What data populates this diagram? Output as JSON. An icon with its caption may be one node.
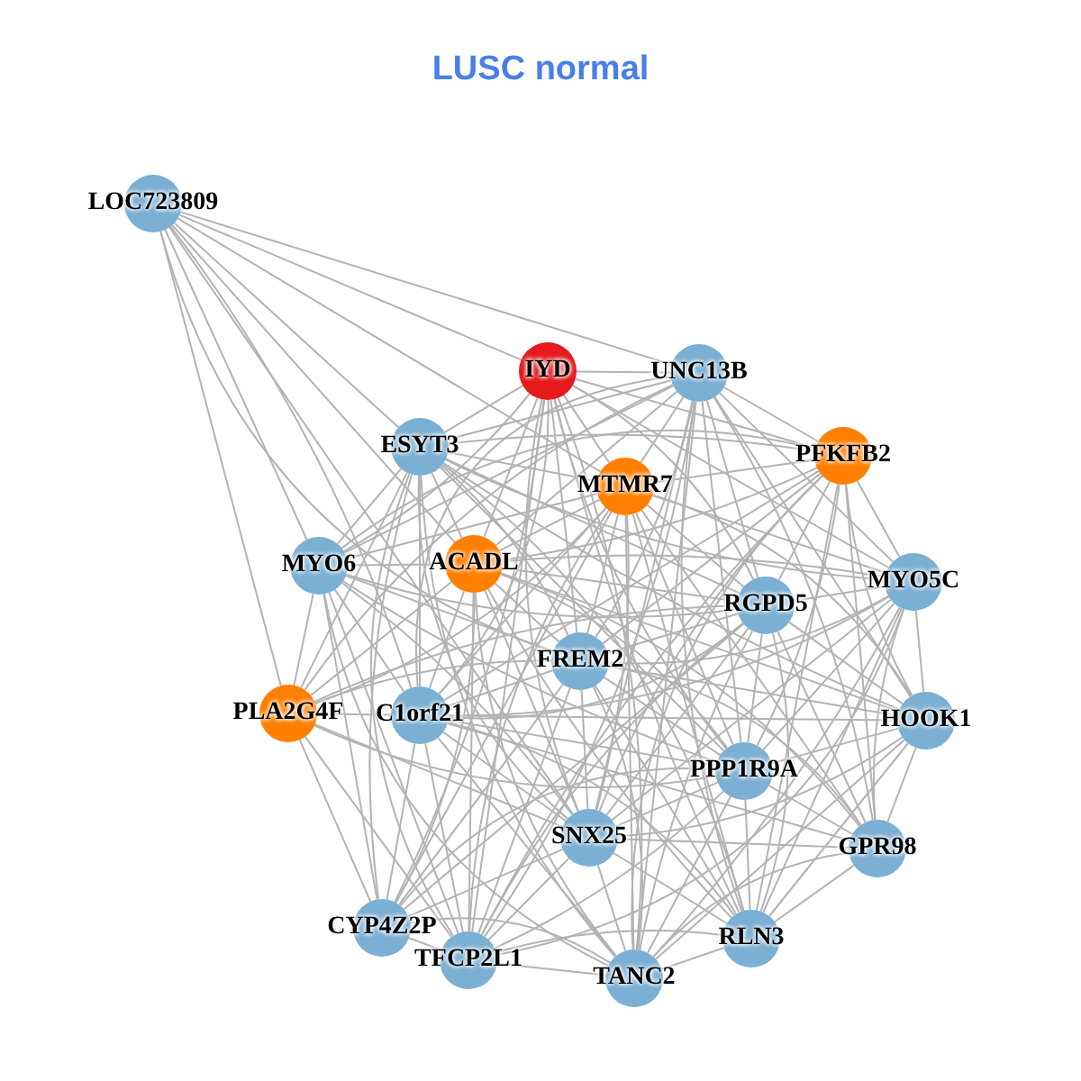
{
  "diagram": {
    "title": "LUSC normal",
    "nodes": [
      {
        "text": [
          "LOC723809"
        ]
      },
      {
        "text": [
          "IYD"
        ]
      },
      {
        "text": [
          "UNC13B"
        ]
      },
      {
        "text": [
          "ESYT3"
        ]
      },
      {
        "text": [
          "PFKFB2"
        ]
      },
      {
        "text": [
          "MTMR7"
        ]
      },
      {
        "text": [
          "MYO6"
        ]
      },
      {
        "text": [
          "ACADL"
        ]
      },
      {
        "text": [
          "MYO5C"
        ]
      },
      {
        "text": [
          "RGPD5"
        ]
      },
      {
        "text": [
          "FREM2"
        ]
      },
      {
        "text": [
          "PLA2G4F"
        ]
      },
      {
        "text": [
          "C1orf21"
        ]
      },
      {
        "text": [
          "HOOK1"
        ]
      },
      {
        "text": [
          "PPP1R9A"
        ]
      },
      {
        "text": [
          "SNX25"
        ]
      },
      {
        "text": [
          "GPR98"
        ]
      },
      {
        "text": [
          "CYP4Z2P"
        ]
      },
      {
        "text": [
          "TFCP2L1"
        ]
      },
      {
        "text": [
          "RLN3"
        ]
      },
      {
        "text": [
          "TANC2"
        ]
      }
    ],
    "edges": [
      {
        "from": 0,
        "to": 1,
        "arrow": "none"
      },
      {
        "from": 0,
        "to": 2,
        "arrow": "none"
      },
      {
        "from": 0,
        "to": 3,
        "arrow": "none"
      },
      {
        "from": 0,
        "to": 5,
        "arrow": "none"
      },
      {
        "from": 0,
        "to": 6,
        "arrow": "none"
      },
      {
        "from": 0,
        "to": 7,
        "arrow": "none"
      },
      {
        "from": 0,
        "to": 10,
        "arrow": "none"
      },
      {
        "from": 0,
        "to": 11,
        "arrow": "none"
      },
      {
        "from": 0,
        "to": 12,
        "arrow": "none"
      },
      {
        "from": 0,
        "to": 15,
        "arrow": "none"
      },
      {
        "from": 1,
        "to": 2,
        "arrow": "none"
      },
      {
        "from": 1,
        "to": 3,
        "arrow": "none"
      },
      {
        "from": 1,
        "to": 4,
        "arrow": "none"
      },
      {
        "from": 1,
        "to": 5,
        "arrow": "none"
      },
      {
        "from": 1,
        "to": 6,
        "arrow": "none"
      },
      {
        "from": 1,
        "to": 7,
        "arrow": "none"
      },
      {
        "from": 1,
        "to": 8,
        "arrow": "none"
      },
      {
        "from": 1,
        "to": 9,
        "arrow": "none"
      },
      {
        "from": 1,
        "to": 10,
        "arrow": "none"
      },
      {
        "from": 1,
        "to": 12,
        "arrow": "none"
      },
      {
        "from": 1,
        "to": 14,
        "arrow": "none"
      },
      {
        "from": 1,
        "to": 15,
        "arrow": "none"
      },
      {
        "from": 1,
        "to": 17,
        "arrow": "none"
      },
      {
        "from": 1,
        "to": 18,
        "arrow": "none"
      },
      {
        "from": 1,
        "to": 19,
        "arrow": "none"
      },
      {
        "from": 1,
        "to": 20,
        "arrow": "none"
      },
      {
        "from": 2,
        "to": 3,
        "arrow": "none"
      },
      {
        "from": 2,
        "to": 4,
        "arrow": "none"
      },
      {
        "from": 2,
        "to": 5,
        "arrow": "none"
      },
      {
        "from": 2,
        "to": 6,
        "arrow": "none"
      },
      {
        "from": 2,
        "to": 7,
        "arrow": "none"
      },
      {
        "from": 2,
        "to": 8,
        "arrow": "none"
      },
      {
        "from": 2,
        "to": 9,
        "arrow": "none"
      },
      {
        "from": 2,
        "to": 10,
        "arrow": "none"
      },
      {
        "from": 2,
        "to": 11,
        "arrow": "none"
      },
      {
        "from": 2,
        "to": 12,
        "arrow": "none"
      },
      {
        "from": 2,
        "to": 13,
        "arrow": "none"
      },
      {
        "from": 2,
        "to": 14,
        "arrow": "none"
      },
      {
        "from": 2,
        "to": 15,
        "arrow": "none"
      },
      {
        "from": 2,
        "to": 16,
        "arrow": "none"
      },
      {
        "from": 2,
        "to": 18,
        "arrow": "none"
      },
      {
        "from": 2,
        "to": 19,
        "arrow": "none"
      },
      {
        "from": 2,
        "to": 20,
        "arrow": "none"
      },
      {
        "from": 3,
        "to": 4,
        "arrow": "none"
      },
      {
        "from": 3,
        "to": 5,
        "arrow": "none"
      },
      {
        "from": 3,
        "to": 6,
        "arrow": "none"
      },
      {
        "from": 3,
        "to": 7,
        "arrow": "none"
      },
      {
        "from": 3,
        "to": 8,
        "arrow": "none"
      },
      {
        "from": 3,
        "to": 9,
        "arrow": "none"
      },
      {
        "from": 3,
        "to": 10,
        "arrow": "none"
      },
      {
        "from": 3,
        "to": 11,
        "arrow": "none"
      },
      {
        "from": 3,
        "to": 12,
        "arrow": "none"
      },
      {
        "from": 3,
        "to": 13,
        "arrow": "none"
      },
      {
        "from": 3,
        "to": 14,
        "arrow": "none"
      },
      {
        "from": 3,
        "to": 15,
        "arrow": "none"
      },
      {
        "from": 3,
        "to": 17,
        "arrow": "none"
      },
      {
        "from": 3,
        "to": 18,
        "arrow": "none"
      },
      {
        "from": 3,
        "to": 19,
        "arrow": "none"
      },
      {
        "from": 3,
        "to": 20,
        "arrow": "none"
      },
      {
        "from": 4,
        "to": 5,
        "arrow": "none"
      },
      {
        "from": 4,
        "to": 6,
        "arrow": "none"
      },
      {
        "from": 4,
        "to": 7,
        "arrow": "none"
      },
      {
        "from": 4,
        "to": 8,
        "arrow": "none"
      },
      {
        "from": 4,
        "to": 9,
        "arrow": "none"
      },
      {
        "from": 4,
        "to": 10,
        "arrow": "none"
      },
      {
        "from": 4,
        "to": 12,
        "arrow": "none"
      },
      {
        "from": 4,
        "to": 13,
        "arrow": "none"
      },
      {
        "from": 4,
        "to": 14,
        "arrow": "none"
      },
      {
        "from": 4,
        "to": 15,
        "arrow": "none"
      },
      {
        "from": 4,
        "to": 16,
        "arrow": "none"
      },
      {
        "from": 4,
        "to": 18,
        "arrow": "none"
      },
      {
        "from": 4,
        "to": 19,
        "arrow": "none"
      },
      {
        "from": 4,
        "to": 20,
        "arrow": "none"
      },
      {
        "from": 5,
        "to": 6,
        "arrow": "none"
      },
      {
        "from": 5,
        "to": 7,
        "arrow": "none"
      },
      {
        "from": 5,
        "to": 8,
        "arrow": "none"
      },
      {
        "from": 5,
        "to": 9,
        "arrow": "none"
      },
      {
        "from": 5,
        "to": 10,
        "arrow": "none"
      },
      {
        "from": 5,
        "to": 11,
        "arrow": "none"
      },
      {
        "from": 5,
        "to": 12,
        "arrow": "none"
      },
      {
        "from": 5,
        "to": 13,
        "arrow": "none"
      },
      {
        "from": 5,
        "to": 14,
        "arrow": "none"
      },
      {
        "from": 5,
        "to": 15,
        "arrow": "none"
      },
      {
        "from": 5,
        "to": 16,
        "arrow": "none"
      },
      {
        "from": 5,
        "to": 17,
        "arrow": "none"
      },
      {
        "from": 5,
        "to": 18,
        "arrow": "none"
      },
      {
        "from": 5,
        "to": 19,
        "arrow": "none"
      },
      {
        "from": 5,
        "to": 20,
        "arrow": "none"
      },
      {
        "from": 6,
        "to": 7,
        "arrow": "none"
      },
      {
        "from": 6,
        "to": 9,
        "arrow": "none"
      },
      {
        "from": 6,
        "to": 10,
        "arrow": "none"
      },
      {
        "from": 6,
        "to": 11,
        "arrow": "none"
      },
      {
        "from": 6,
        "to": 12,
        "arrow": "none"
      },
      {
        "from": 6,
        "to": 14,
        "arrow": "none"
      },
      {
        "from": 6,
        "to": 15,
        "arrow": "none"
      },
      {
        "from": 6,
        "to": 17,
        "arrow": "none"
      },
      {
        "from": 6,
        "to": 18,
        "arrow": "none"
      },
      {
        "from": 6,
        "to": 20,
        "arrow": "none"
      },
      {
        "from": 7,
        "to": 8,
        "arrow": "none"
      },
      {
        "from": 7,
        "to": 9,
        "arrow": "none"
      },
      {
        "from": 7,
        "to": 10,
        "arrow": "none"
      },
      {
        "from": 7,
        "to": 11,
        "arrow": "none"
      },
      {
        "from": 7,
        "to": 12,
        "arrow": "none"
      },
      {
        "from": 7,
        "to": 13,
        "arrow": "none"
      },
      {
        "from": 7,
        "to": 14,
        "arrow": "none"
      },
      {
        "from": 7,
        "to": 15,
        "arrow": "none"
      },
      {
        "from": 7,
        "to": 16,
        "arrow": "none"
      },
      {
        "from": 7,
        "to": 17,
        "arrow": "none"
      },
      {
        "from": 7,
        "to": 18,
        "arrow": "none"
      },
      {
        "from": 7,
        "to": 19,
        "arrow": "none"
      },
      {
        "from": 7,
        "to": 20,
        "arrow": "none"
      },
      {
        "from": 8,
        "to": 9,
        "arrow": "none"
      },
      {
        "from": 8,
        "to": 10,
        "arrow": "none"
      },
      {
        "from": 8,
        "to": 12,
        "arrow": "none"
      },
      {
        "from": 8,
        "to": 13,
        "arrow": "none"
      },
      {
        "from": 8,
        "to": 14,
        "arrow": "none"
      },
      {
        "from": 8,
        "to": 15,
        "arrow": "none"
      },
      {
        "from": 8,
        "to": 16,
        "arrow": "none"
      },
      {
        "from": 8,
        "to": 18,
        "arrow": "none"
      },
      {
        "from": 8,
        "to": 19,
        "arrow": "none"
      },
      {
        "from": 8,
        "to": 20,
        "arrow": "none"
      },
      {
        "from": 9,
        "to": 10,
        "arrow": "none"
      },
      {
        "from": 9,
        "to": 11,
        "arrow": "none"
      },
      {
        "from": 9,
        "to": 12,
        "arrow": "none"
      },
      {
        "from": 9,
        "to": 13,
        "arrow": "none"
      },
      {
        "from": 9,
        "to": 14,
        "arrow": "none"
      },
      {
        "from": 9,
        "to": 15,
        "arrow": "none"
      },
      {
        "from": 9,
        "to": 16,
        "arrow": "none"
      },
      {
        "from": 9,
        "to": 17,
        "arrow": "none"
      },
      {
        "from": 9,
        "to": 18,
        "arrow": "none"
      },
      {
        "from": 9,
        "to": 19,
        "arrow": "none"
      },
      {
        "from": 9,
        "to": 20,
        "arrow": "none"
      },
      {
        "from": 10,
        "to": 11,
        "arrow": "none"
      },
      {
        "from": 10,
        "to": 12,
        "arrow": "none"
      },
      {
        "from": 10,
        "to": 13,
        "arrow": "none"
      },
      {
        "from": 10,
        "to": 14,
        "arrow": "none"
      },
      {
        "from": 10,
        "to": 15,
        "arrow": "none"
      },
      {
        "from": 10,
        "to": 16,
        "arrow": "none"
      },
      {
        "from": 10,
        "to": 17,
        "arrow": "none"
      },
      {
        "from": 10,
        "to": 18,
        "arrow": "none"
      },
      {
        "from": 10,
        "to": 19,
        "arrow": "none"
      },
      {
        "from": 10,
        "to": 20,
        "arrow": "none"
      },
      {
        "from": 11,
        "to": 12,
        "arrow": "none"
      },
      {
        "from": 11,
        "to": 14,
        "arrow": "none"
      },
      {
        "from": 11,
        "to": 15,
        "arrow": "none"
      },
      {
        "from": 11,
        "to": 17,
        "arrow": "none"
      },
      {
        "from": 11,
        "to": 18,
        "arrow": "none"
      },
      {
        "from": 12,
        "to": 13,
        "arrow": "none"
      },
      {
        "from": 12,
        "to": 14,
        "arrow": "none"
      },
      {
        "from": 12,
        "to": 15,
        "arrow": "none"
      },
      {
        "from": 12,
        "to": 16,
        "arrow": "none"
      },
      {
        "from": 12,
        "to": 17,
        "arrow": "none"
      },
      {
        "from": 12,
        "to": 18,
        "arrow": "none"
      },
      {
        "from": 12,
        "to": 19,
        "arrow": "none"
      },
      {
        "from": 12,
        "to": 20,
        "arrow": "none"
      },
      {
        "from": 13,
        "to": 14,
        "arrow": "none"
      },
      {
        "from": 13,
        "to": 15,
        "arrow": "none"
      },
      {
        "from": 13,
        "to": 16,
        "arrow": "none"
      },
      {
        "from": 13,
        "to": 19,
        "arrow": "none"
      },
      {
        "from": 13,
        "to": 20,
        "arrow": "none"
      },
      {
        "from": 14,
        "to": 15,
        "arrow": "none"
      },
      {
        "from": 14,
        "to": 16,
        "arrow": "none"
      },
      {
        "from": 14,
        "to": 17,
        "arrow": "none"
      },
      {
        "from": 14,
        "to": 18,
        "arrow": "none"
      },
      {
        "from": 14,
        "to": 19,
        "arrow": "none"
      },
      {
        "from": 14,
        "to": 20,
        "arrow": "none"
      },
      {
        "from": 15,
        "to": 16,
        "arrow": "none"
      },
      {
        "from": 15,
        "to": 17,
        "arrow": "none"
      },
      {
        "from": 15,
        "to": 18,
        "arrow": "none"
      },
      {
        "from": 15,
        "to": 19,
        "arrow": "none"
      },
      {
        "from": 15,
        "to": 20,
        "arrow": "none"
      },
      {
        "from": 16,
        "to": 19,
        "arrow": "none"
      },
      {
        "from": 16,
        "to": 20,
        "arrow": "none"
      },
      {
        "from": 17,
        "to": 18,
        "arrow": "none"
      },
      {
        "from": 17,
        "to": 20,
        "arrow": "none"
      },
      {
        "from": 18,
        "to": 19,
        "arrow": "none"
      },
      {
        "from": 18,
        "to": 20,
        "arrow": "none"
      },
      {
        "from": 19,
        "to": 20,
        "arrow": "none"
      }
    ]
  }
}
